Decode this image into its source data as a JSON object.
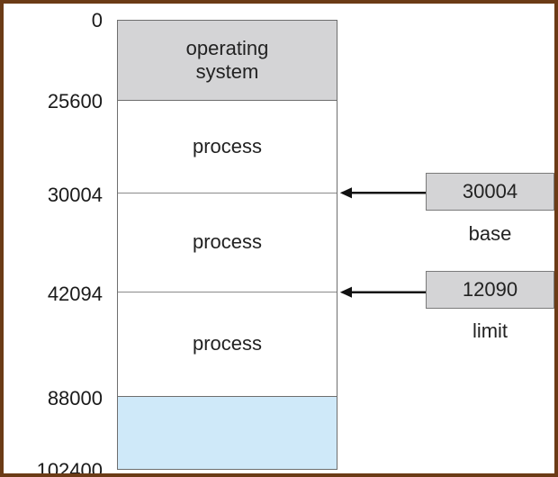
{
  "addresses": {
    "a0": "0",
    "a25600": "25600",
    "a30004": "30004",
    "a42094": "42094",
    "a88000": "88000",
    "a102400": "102400"
  },
  "memory": {
    "os_label": "operating\nsystem",
    "process1_label": "process",
    "process2_label": "process",
    "process3_label": "process"
  },
  "registers": {
    "base": {
      "value": "30004",
      "label": "base"
    },
    "limit": {
      "value": "12090",
      "label": "limit"
    }
  },
  "colors": {
    "os_fill": "#d4d4d6",
    "free_fill": "#cfe9f9",
    "register_fill": "#d4d4d6",
    "frame_border": "#6b3b16"
  }
}
